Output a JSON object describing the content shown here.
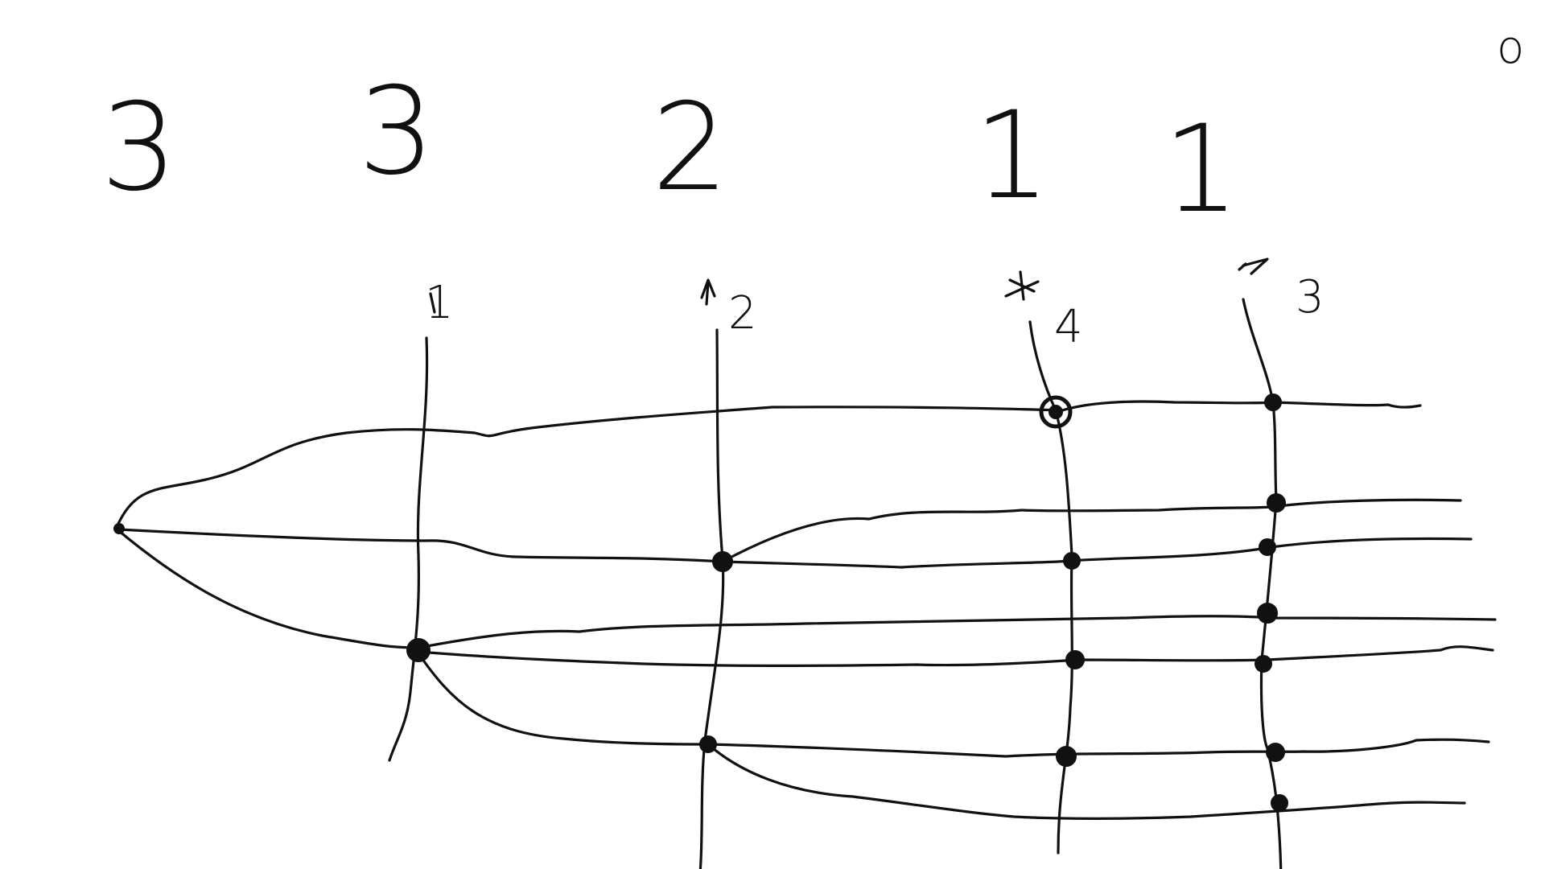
{
  "header_numbers": [
    "3",
    "3",
    "2",
    "1",
    "1"
  ],
  "column_labels": [
    "1",
    "2",
    "4",
    "3"
  ],
  "corner_mark": "o",
  "colors": {
    "ink": "#111111",
    "background": "#ffffff"
  }
}
